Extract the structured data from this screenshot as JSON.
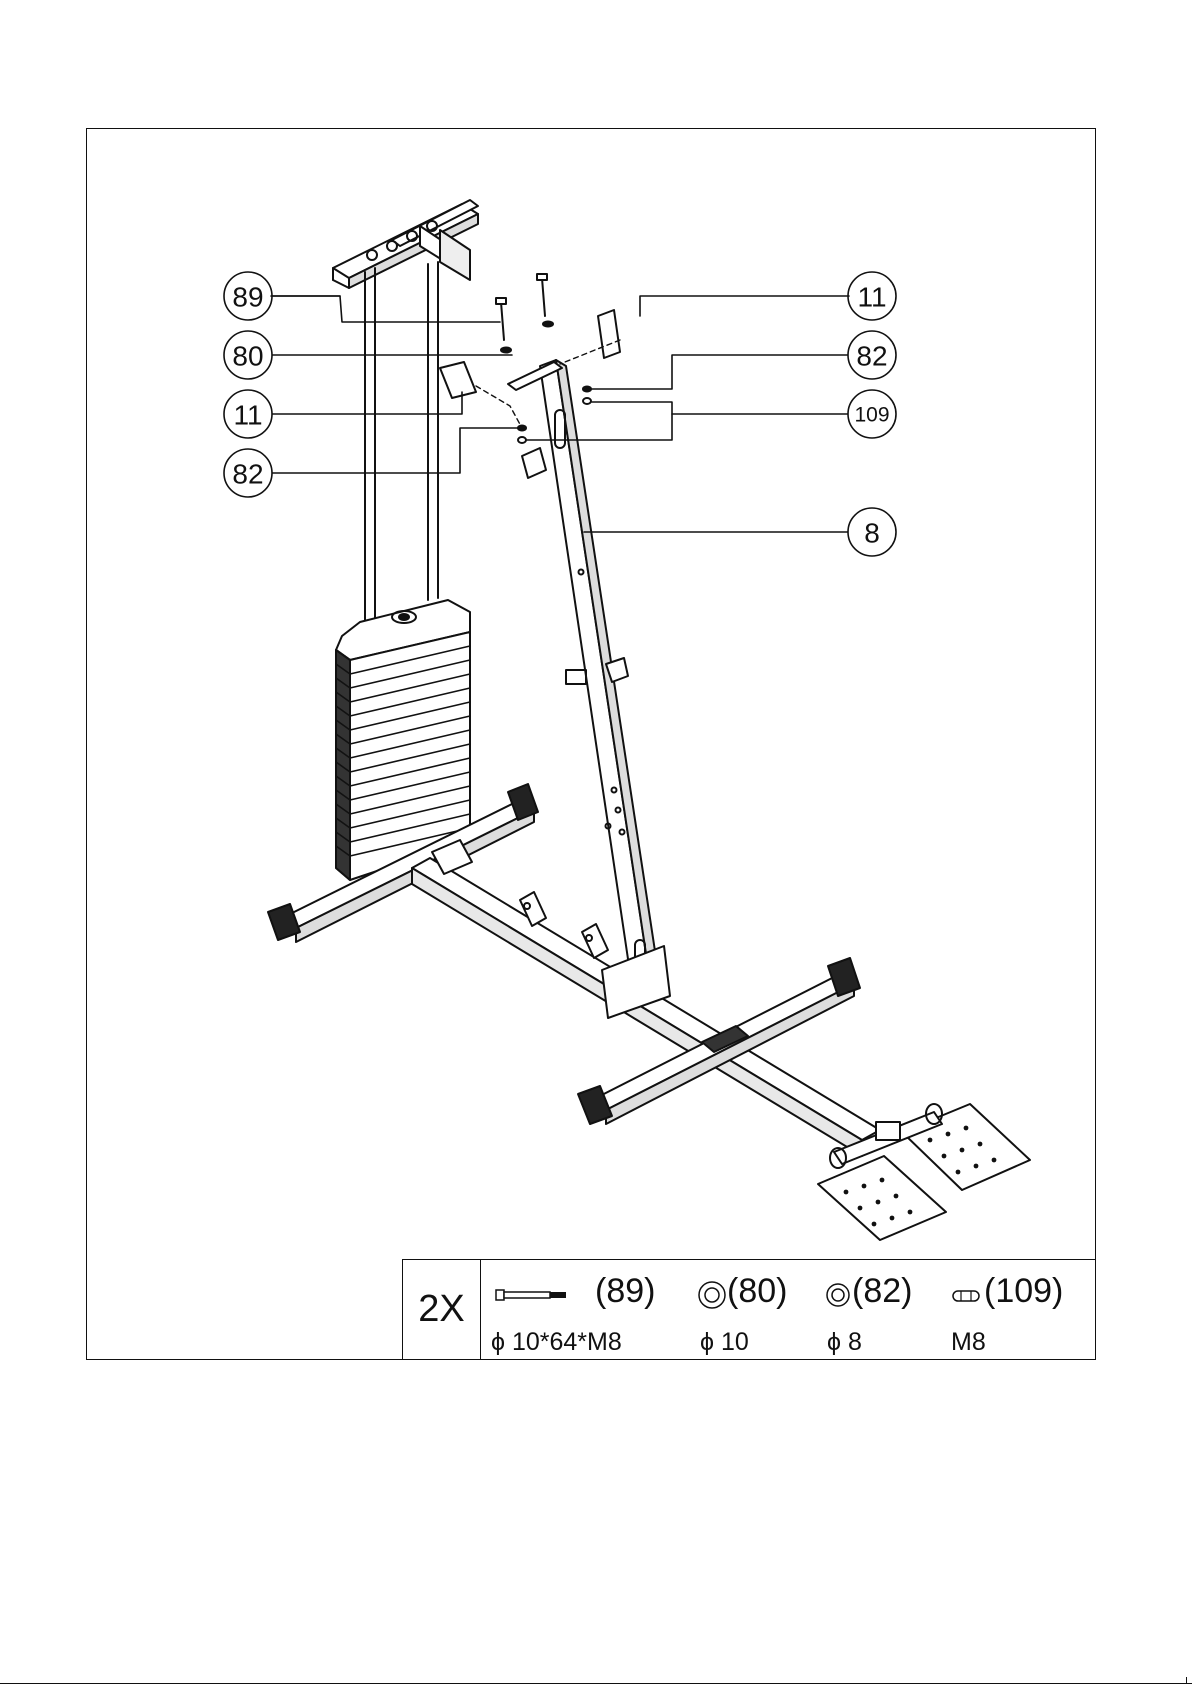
{
  "callouts": [
    {
      "id": "callout-89-top",
      "label": "89"
    },
    {
      "id": "callout-80",
      "label": "80"
    },
    {
      "id": "callout-11-left",
      "label": "11"
    },
    {
      "id": "callout-82-left",
      "label": "82"
    },
    {
      "id": "callout-11-right",
      "label": "11"
    },
    {
      "id": "callout-82-right",
      "label": "82"
    },
    {
      "id": "callout-109",
      "label": "109"
    },
    {
      "id": "callout-8",
      "label": "8"
    }
  ],
  "parts_table": {
    "quantity": "2X",
    "items": [
      {
        "part": "(89)",
        "spec": "ϕ 10*64*M8",
        "icon": "bolt-icon"
      },
      {
        "part": "(80)",
        "spec": "ϕ 10",
        "icon": "washer-icon"
      },
      {
        "part": "(82)",
        "spec": "ϕ 8",
        "icon": "spring-washer-icon"
      },
      {
        "part": "(109)",
        "spec": "M8",
        "icon": "nut-icon"
      }
    ]
  }
}
